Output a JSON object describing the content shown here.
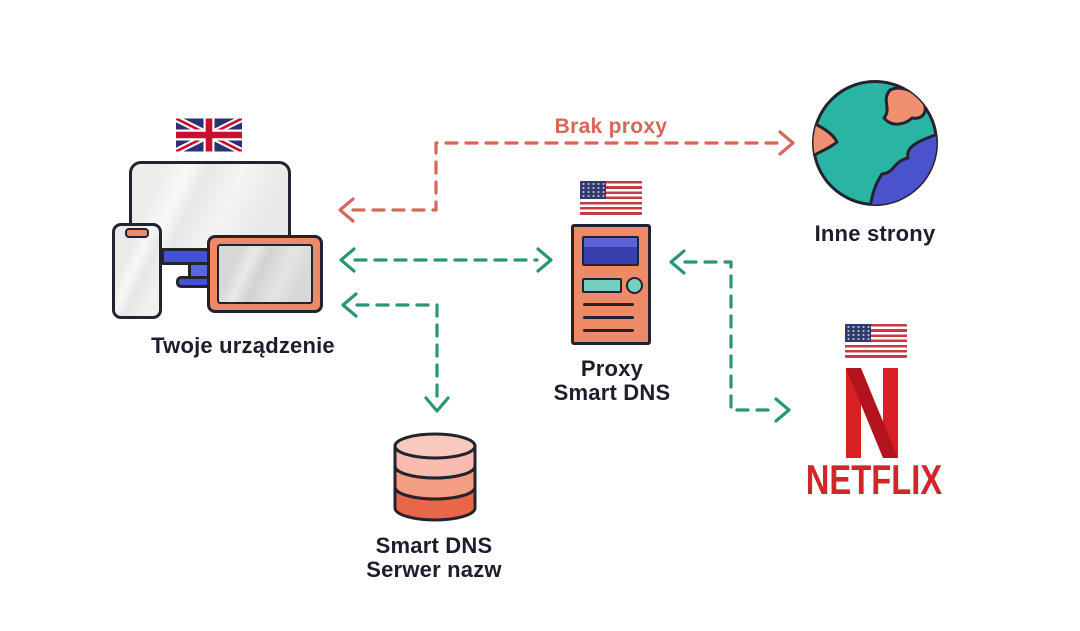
{
  "labels": {
    "device": "Twoje urządzenie",
    "no_proxy": "Brak proxy",
    "other_sites": "Inne strony",
    "proxy_line1": "Proxy",
    "proxy_line2": "Smart DNS",
    "dns_line1": "Smart DNS",
    "dns_line2": "Serwer nazw",
    "netflix": "NETFLIX"
  },
  "icons": {
    "device_flag": "uk-flag-icon",
    "proxy_flag": "us-flag-icon",
    "netflix_flag": "us-flag-icon",
    "device": [
      "monitor-icon",
      "phone-icon",
      "tablet-icon"
    ],
    "proxy": "server-icon",
    "dns_server": "database-icon",
    "other_sites": "globe-icon",
    "netflix": "netflix-n-icon"
  },
  "colors": {
    "ink": "#1d1d2b",
    "outline": "#23232f",
    "green": "#2a9678",
    "orange": "#d4695a",
    "salmon": "#ef8a69",
    "stand-blue": "#4152d8",
    "screen-blue": "#3a3fae",
    "screen-blue-light": "#5a64d8",
    "teal-light": "#74cfc0",
    "globe-teal": "#2ab4a4",
    "globe-blue": "#4a52cc",
    "globe-orange": "#f19070",
    "netflix-red": "#d2262c",
    "netflix-bar-red": "#d81f26",
    "netflix-dark-red": "#b1141c",
    "flag-red": "#c23b47",
    "flag-navy": "#303a6b",
    "uk-navy": "#2b3172",
    "uk-red": "#c8102e",
    "cyl-top": "#f9c9bd",
    "cyl-band1": "#f7bcae",
    "cyl-band2": "#f39e83",
    "cyl-band3": "#e76748"
  }
}
